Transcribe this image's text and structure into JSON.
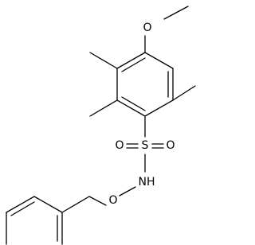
{
  "molecule": {
    "atom_labels": {
      "oxygen_methoxy": "O",
      "sulfur": "S",
      "oxygen_left": "O",
      "oxygen_right": "O",
      "nitrogen": "NH",
      "oxygen_ether": "O"
    }
  }
}
